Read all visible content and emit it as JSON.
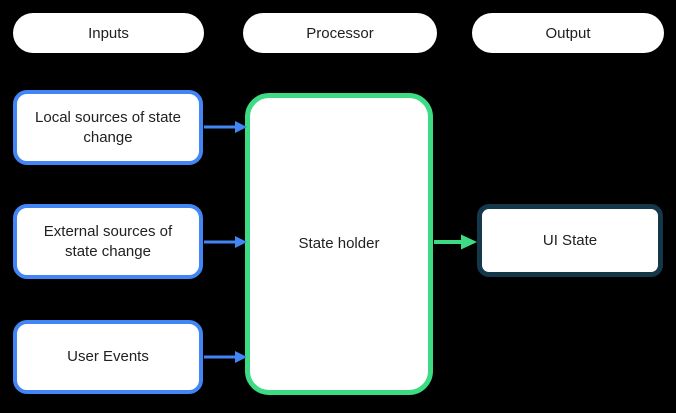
{
  "colors": {
    "background": "#000000",
    "surface": "#ffffff",
    "text": "#202124",
    "input-accent": "#4285F4",
    "processor-accent": "#3DDC84",
    "output-accent": "#14374A"
  },
  "columns": [
    {
      "label": "Inputs"
    },
    {
      "label": "Processor"
    },
    {
      "label": "Output"
    }
  ],
  "inputs": [
    {
      "label": "Local sources of state\nchange"
    },
    {
      "label": "External sources of\nstate change"
    },
    {
      "label": "User Events"
    }
  ],
  "processor": {
    "label": "State holder"
  },
  "output": {
    "label": "UI State"
  }
}
